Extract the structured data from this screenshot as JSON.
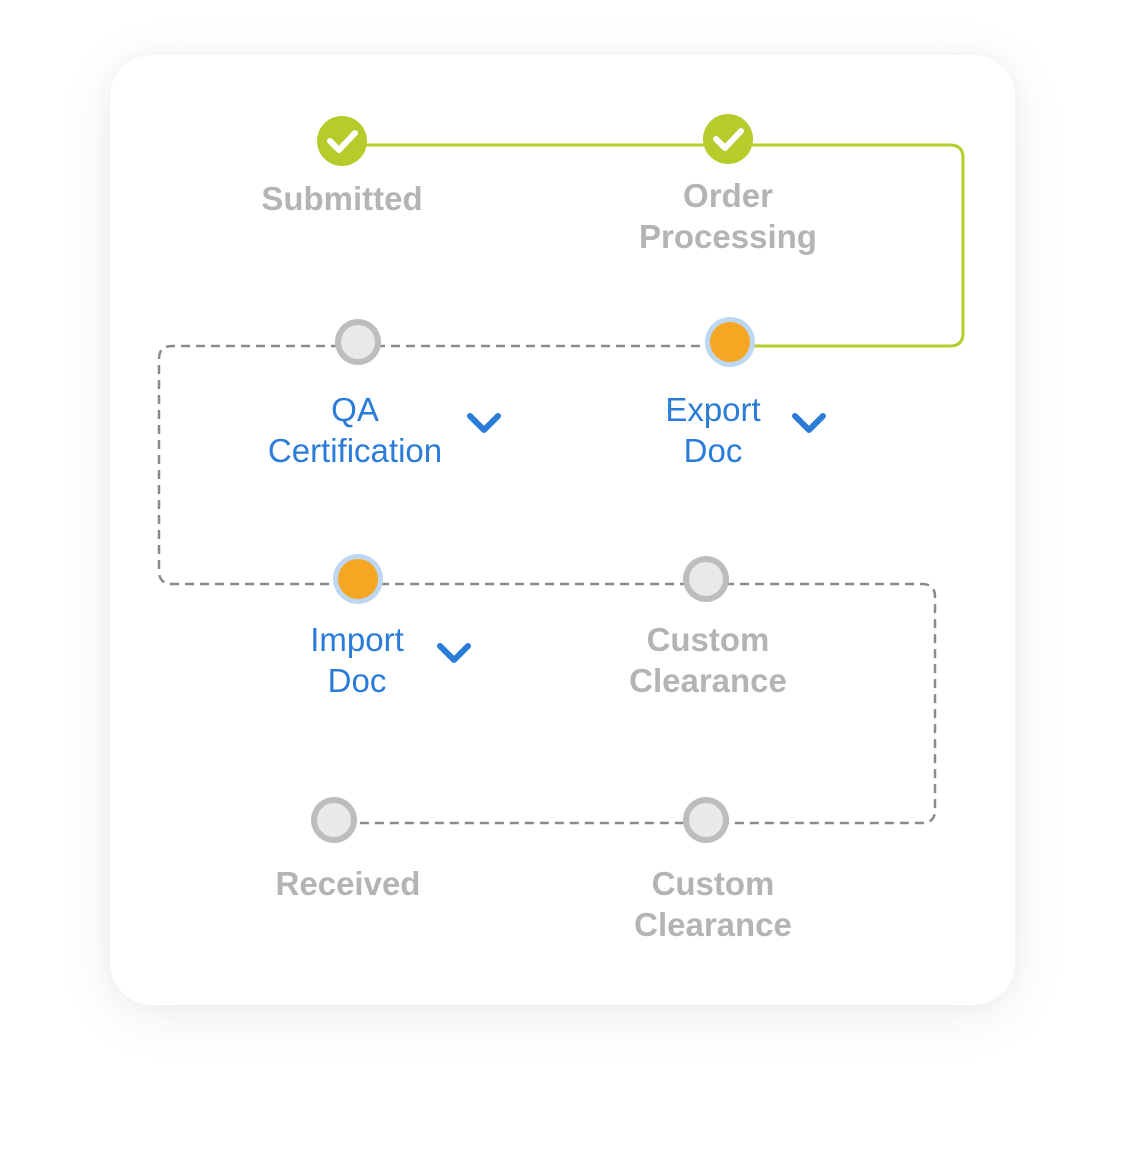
{
  "colors": {
    "completed": "#b5cc2a",
    "active": "#f5a623",
    "active_ring": "#bcd7ef",
    "pending_fill": "#e9e9e9",
    "pending_ring": "#bdbdbd",
    "dashed_line": "#8a8a8a",
    "label_gray": "#b4b4b4",
    "label_blue": "#2b7bd9"
  },
  "steps": [
    {
      "id": "submitted",
      "lines": [
        "Submitted"
      ],
      "status": "completed",
      "expandable": false,
      "icon": "check-icon"
    },
    {
      "id": "order-processing",
      "lines": [
        "Order",
        "Processing"
      ],
      "status": "completed",
      "expandable": false,
      "icon": "check-icon"
    },
    {
      "id": "export-doc",
      "lines": [
        "Export",
        "Doc"
      ],
      "status": "active",
      "expandable": true,
      "icon": "chevron-down-icon"
    },
    {
      "id": "qa-certification",
      "lines": [
        "QA",
        "Certification"
      ],
      "status": "pending-active",
      "expandable": true,
      "icon": "chevron-down-icon"
    },
    {
      "id": "import-doc",
      "lines": [
        "Import",
        "Doc"
      ],
      "status": "active",
      "expandable": true,
      "icon": "chevron-down-icon"
    },
    {
      "id": "custom-clearance-1",
      "lines": [
        "Custom",
        "Clearance"
      ],
      "status": "pending",
      "expandable": false
    },
    {
      "id": "custom-clearance-2",
      "lines": [
        "Custom",
        "Clearance"
      ],
      "status": "pending",
      "expandable": false
    },
    {
      "id": "received",
      "lines": [
        "Received"
      ],
      "status": "pending",
      "expandable": false
    }
  ]
}
